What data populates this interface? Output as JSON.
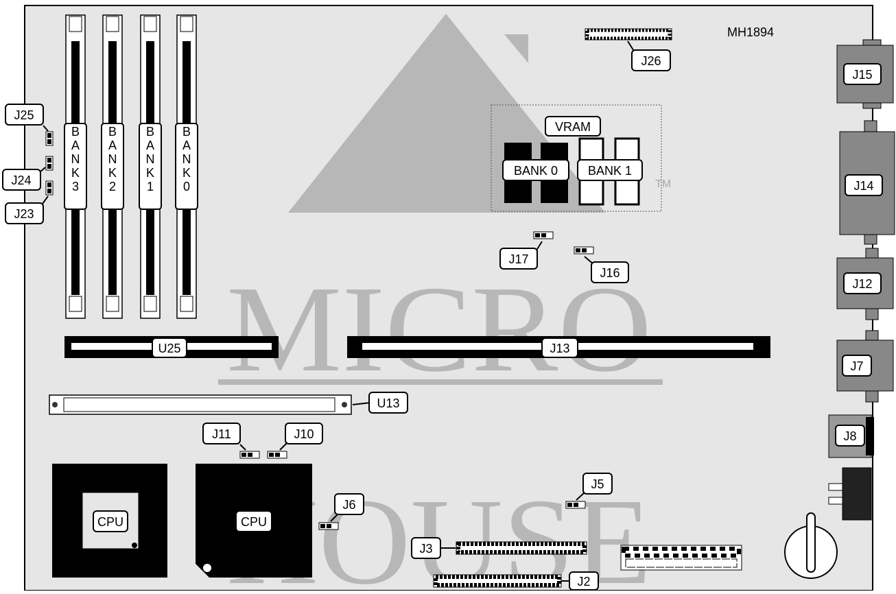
{
  "doc_id": "MH1894",
  "watermark": {
    "line1": "MICRO",
    "line2": "HOUSE",
    "tm": "TM"
  },
  "memory": {
    "banks": [
      "BANK3",
      "BANK2",
      "BANK1",
      "BANK0"
    ]
  },
  "vram": {
    "title": "VRAM",
    "bank0": "BANK 0",
    "bank1": "BANK 1"
  },
  "slots": {
    "u25": "U25",
    "j13": "J13",
    "u13": "U13"
  },
  "cpus": {
    "pga": "CPU",
    "qfp": "CPU"
  },
  "jumpers": {
    "j2": "J2",
    "j3": "J3",
    "j5": "J5",
    "j6": "J6",
    "j7": "J7",
    "j8": "J8",
    "j10": "J10",
    "j11": "J11",
    "j12": "J12",
    "j14": "J14",
    "j15": "J15",
    "j16": "J16",
    "j17": "J17",
    "j23": "J23",
    "j24": "J24",
    "j25": "J25",
    "j26": "J26"
  }
}
